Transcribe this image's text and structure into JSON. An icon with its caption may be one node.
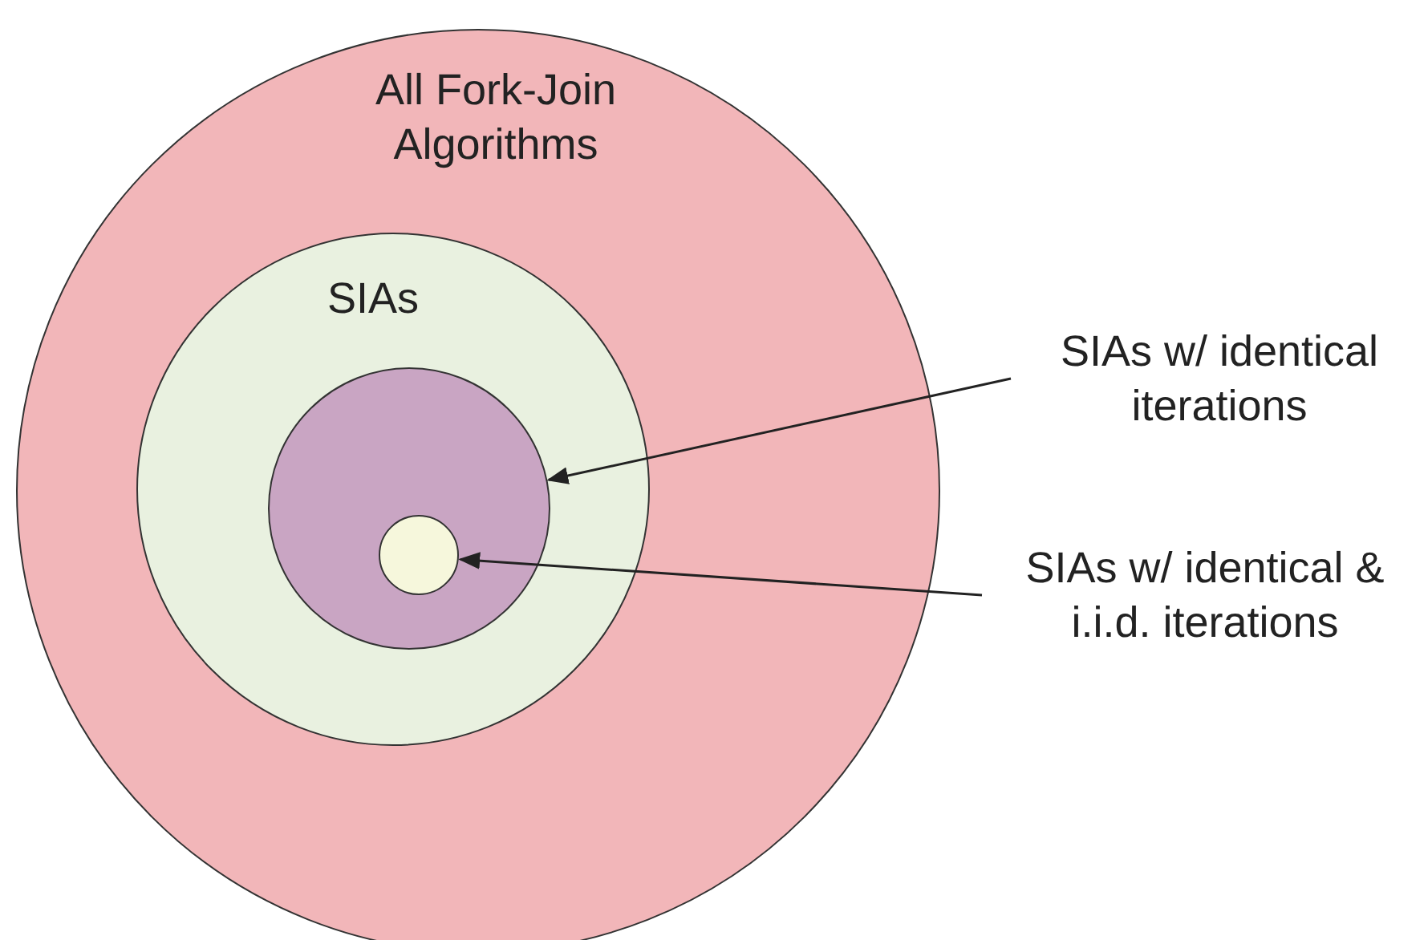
{
  "diagram": {
    "nodes": [
      {
        "text": [
          "All Fork-Join Algorithms"
        ]
      },
      {
        "text": [
          "SIAs"
        ],
        "in": 0
      },
      {
        "text": [],
        "shape": "circle",
        "in": 1
      },
      {
        "text": [],
        "shape": "circle",
        "in": 2
      },
      {
        "text": [
          "SIAs w/ identical iterations"
        ]
      },
      {
        "text": [
          "SIAs w/ identical & i.i.d. iterations"
        ]
      }
    ],
    "edges": [
      {
        "from": 4,
        "to": 2,
        "arrow": "to"
      },
      {
        "from": 5,
        "to": 3,
        "arrow": "to"
      }
    ]
  }
}
